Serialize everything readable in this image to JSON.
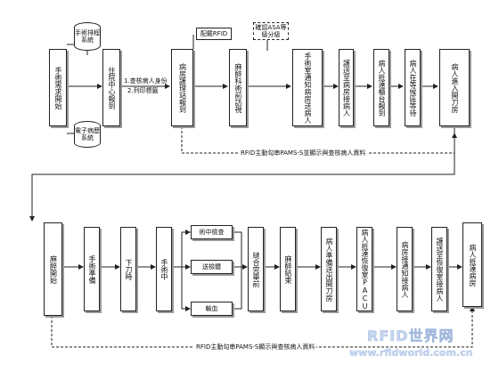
{
  "rows": {
    "top": [
      {
        "id": "t1",
        "label": "手術需求開始"
      },
      {
        "id": "t2",
        "label": "住院中心報到"
      },
      {
        "id": "t3",
        "label": "病房護理站報到"
      },
      {
        "id": "t4",
        "label": "麻醉科術前訪視"
      },
      {
        "id": "t5",
        "label": "手術室通知病房送病人"
      },
      {
        "id": "t6",
        "label": "護送至病房接病人"
      },
      {
        "id": "t7",
        "label": "病人抵達櫃台報到"
      },
      {
        "id": "t8",
        "label": "病人在等候區等待"
      },
      {
        "id": "t9",
        "label": "病人進入開刀房"
      }
    ],
    "bottom": [
      {
        "id": "b1",
        "label": "麻醉開始"
      },
      {
        "id": "b2",
        "label": "手術準備"
      },
      {
        "id": "b3",
        "label": "下刀時"
      },
      {
        "id": "b4",
        "label": "手術中"
      },
      {
        "id": "b5",
        "label": "縫合完畢前"
      },
      {
        "id": "b6",
        "label": "麻醉結束"
      },
      {
        "id": "b7",
        "label": "病人準備送出開刀房"
      },
      {
        "id": "b8",
        "label": "病人抵達恢復室PACU"
      },
      {
        "id": "b9",
        "label": "病房接通知接病人"
      },
      {
        "id": "b10",
        "label": "護送至恢復室接病人"
      },
      {
        "id": "b11",
        "label": "病人抵達病房"
      }
    ]
  },
  "branches": [
    "術中檢查",
    "送檢體",
    "輸血"
  ],
  "databases": {
    "top": "手術排程系統",
    "bottom": "電子病歷系統"
  },
  "tags": {
    "rfid": "配戴RFID",
    "asa": "確認ASA等級分級"
  },
  "steps": [
    "1.查核病人身份",
    "2.列印標籤"
  ],
  "feedback": {
    "top": "RFID主動勾串PAMS-S並顯示與查核病人資料",
    "bottom": "RFID主動勾串PAMS-S顯示與查核病人資料"
  },
  "watermark": {
    "logo": "RFID世界网",
    "url": "www.rfidworld.com.cn",
    "color": "#c5d6f0"
  }
}
